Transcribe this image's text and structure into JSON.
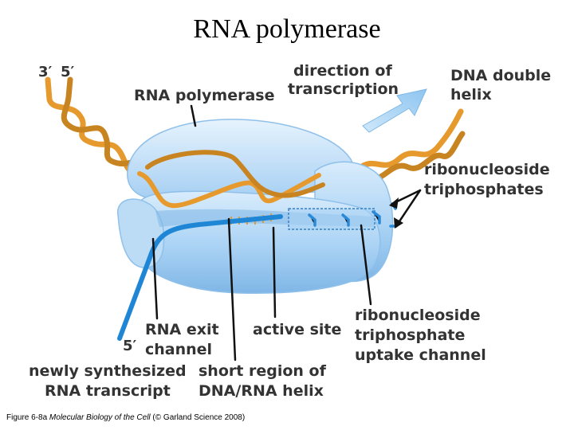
{
  "title": "RNA polymerase",
  "labels": {
    "dna_end_3": "3′",
    "dna_end_5": "5′",
    "rna_polymerase": "RNA polymerase",
    "direction_line1": "direction of",
    "direction_line2": "transcription",
    "dna_helix_line1": "DNA double",
    "dna_helix_line2": "helix",
    "ntp_line1": "ribonucleoside",
    "ntp_line2": "triphosphates",
    "exit_line1": "RNA exit",
    "exit_line2": "channel",
    "rna_end_5": "5′",
    "active_site": "active site",
    "uptake_line1": "ribonucleoside",
    "uptake_line2": "triphosphate",
    "uptake_line3": "uptake channel",
    "transcript_line1": "newly synthesized",
    "transcript_line2": "RNA transcript",
    "hybrid_line1": "short region of",
    "hybrid_line2": "DNA/RNA helix"
  },
  "caption": {
    "prefix": "Figure 6-8a ",
    "book": "Molecular Biology of the Cell",
    "suffix": " (© Garland Science 2008)"
  },
  "colors": {
    "enzyme_light": "#cfe6fb",
    "enzyme_mid": "#9ccbf2",
    "enzyme_dark": "#6fa9de",
    "dna": "#e69a2e",
    "rna": "#1f86d6",
    "ntp": "#2a8ad8",
    "direction_arrow": "#a8d4f5",
    "text": "#333333"
  }
}
